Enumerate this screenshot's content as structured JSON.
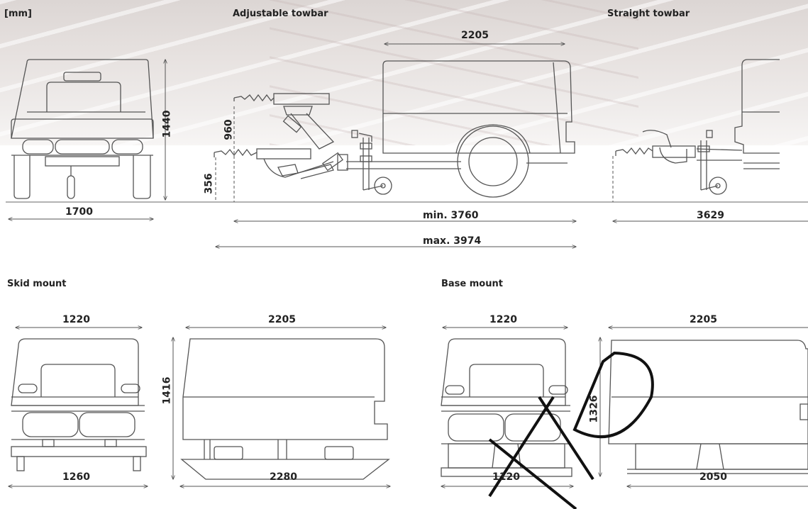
{
  "units": "[mm]",
  "section_titles": {
    "adjustable_towbar": "Adjustable towbar",
    "straight_towbar": "Straight towbar",
    "skid_mount": "Skid mount",
    "base_mount": "Base mount"
  },
  "dimensions": {
    "towbar_width": "1700",
    "towbar_height": "1440",
    "canopy_length": "2205",
    "adjustable_upper_height": "960",
    "adjustable_lower_height": "356",
    "adjustable_min_length": "min. 3760",
    "adjustable_max_length": "max. 3974",
    "straight_length": "3629",
    "skid_top_width": "1220",
    "skid_canopy_length": "2205",
    "skid_height": "1416",
    "skid_base_width": "1260",
    "skid_length": "2280",
    "base_top_width": "1220",
    "base_canopy_length": "2205",
    "base_height": "1326",
    "base_base_width": "1120",
    "base_length": "2050"
  },
  "colors": {
    "line": "#555555",
    "text": "#222222",
    "watermark": "#111111"
  }
}
